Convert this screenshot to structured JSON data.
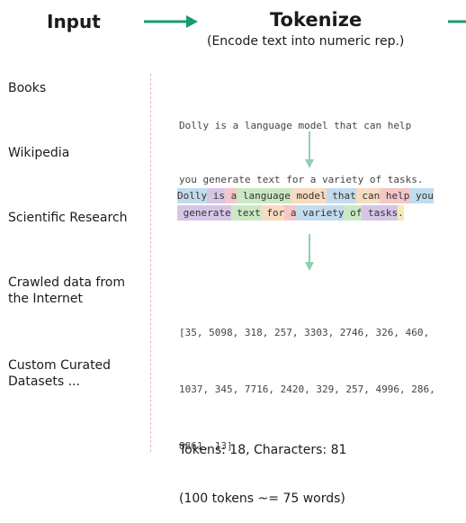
{
  "headers": {
    "input": "Input",
    "tokenize": "Tokenize",
    "tokenize_sub": "(Encode text into numeric rep.)"
  },
  "inputs": [
    "Books",
    "Wikipedia",
    "Scientific Research",
    "Crawled data from the Internet",
    "Custom Curated Datasets ..."
  ],
  "raw_text": {
    "line1": "Dolly is a language model that can help",
    "line2": "you generate text for a variety of tasks."
  },
  "tokens": {
    "line1": [
      {
        "text": "Dolly",
        "color": "#c2dcee"
      },
      {
        "text": " is",
        "color": "#d6c6e6"
      },
      {
        "text": " a",
        "color": "#f6c6c8"
      },
      {
        "text": " language",
        "color": "#cbe8c5"
      },
      {
        "text": " model",
        "color": "#f6dcc0"
      },
      {
        "text": " that",
        "color": "#c2dcee"
      },
      {
        "text": " can",
        "color": "#f6dcc0"
      },
      {
        "text": " help",
        "color": "#f6c6c8"
      },
      {
        "text": " you",
        "color": "#c2dcee"
      }
    ],
    "line2": [
      {
        "text": " generate",
        "color": "#d6c6e6"
      },
      {
        "text": " text",
        "color": "#cbe8c5"
      },
      {
        "text": " for",
        "color": "#f6dcc0"
      },
      {
        "text": " a",
        "color": "#f6c6c8"
      },
      {
        "text": " variety",
        "color": "#c2dcee"
      },
      {
        "text": " of",
        "color": "#cbe8c5"
      },
      {
        "text": " tasks",
        "color": "#d6c6e6"
      },
      {
        "text": ".",
        "color": "#f6e9b6"
      }
    ]
  },
  "token_ids": {
    "line1": "[35, 5098, 318, 257, 3303, 2746, 326, 460,",
    "line2": "1037, 345, 7716, 2420, 329, 257, 4996, 286,",
    "line3": "8861, 13]"
  },
  "stats": {
    "line1": "Tokens: 18, Characters: 81",
    "line2": "(100 tokens ~= 75 words)"
  },
  "colors": {
    "flow_arrow": "#1a9b6c",
    "down_arrow": "#8fd0ae",
    "divider": "#e7b7bc"
  },
  "icons": {
    "flow_arrow": "right-arrow-icon",
    "down_arrow": "down-arrow-icon"
  }
}
